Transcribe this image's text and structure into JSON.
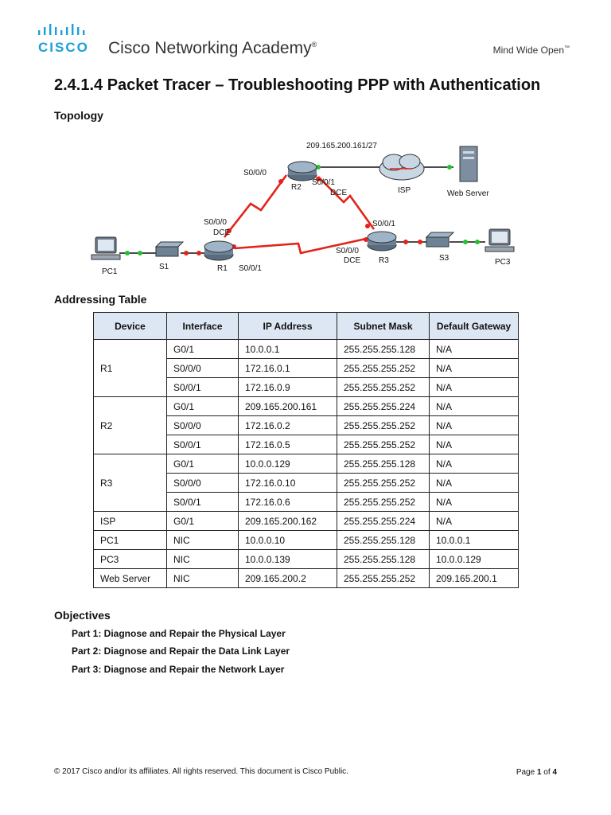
{
  "header": {
    "logo_word": "CISCO",
    "academy_text": "Cisco Networking Academy",
    "academy_mark": "®",
    "tagline": "Mind Wide Open",
    "tagline_mark": "™"
  },
  "doc": {
    "title": "2.4.1.4 Packet Tracer – Troubleshooting PPP with Authentication",
    "topology_heading": "Topology",
    "addressing_heading": "Addressing Table",
    "objectives_heading": "Objectives"
  },
  "topology": {
    "labels": {
      "isp_net": "209.165.200.161/27",
      "r2_s000": "S0/0/0",
      "r2_name": "R2",
      "r2_s001": "S0/0/1",
      "r2_dce": "DCE",
      "isp": "ISP",
      "web_server": "Web Server",
      "r1_s000": "S0/0/0",
      "r1_dce": "DCE",
      "r3_s001": "S0/0/1",
      "r3_s000": "S0/0/0",
      "r3_dce": "DCE",
      "pc1": "PC1",
      "s1": "S1",
      "r1": "R1",
      "r1_s001": "S0/0/1",
      "r3": "R3",
      "s3": "S3",
      "pc3": "PC3"
    }
  },
  "addressing_table": {
    "headers": [
      "Device",
      "Interface",
      "IP Address",
      "Subnet Mask",
      "Default Gateway"
    ],
    "r1": {
      "device": "R1",
      "rows": [
        [
          "G0/1",
          "10.0.0.1",
          "255.255.255.128",
          "N/A"
        ],
        [
          "S0/0/0",
          "172.16.0.1",
          "255.255.255.252",
          "N/A"
        ],
        [
          "S0/0/1",
          "172.16.0.9",
          "255.255.255.252",
          "N/A"
        ]
      ]
    },
    "r2": {
      "device": "R2",
      "rows": [
        [
          "G0/1",
          "209.165.200.161",
          "255.255.255.224",
          "N/A"
        ],
        [
          "S0/0/0",
          "172.16.0.2",
          "255.255.255.252",
          "N/A"
        ],
        [
          "S0/0/1",
          "172.16.0.5",
          "255.255.255.252",
          "N/A"
        ]
      ]
    },
    "r3": {
      "device": "R3",
      "rows": [
        [
          "G0/1",
          "10.0.0.129",
          "255.255.255.128",
          "N/A"
        ],
        [
          "S0/0/0",
          "172.16.0.10",
          "255.255.255.252",
          "N/A"
        ],
        [
          "S0/0/1",
          "172.16.0.6",
          "255.255.255.252",
          "N/A"
        ]
      ]
    },
    "singles": [
      [
        "ISP",
        "G0/1",
        "209.165.200.162",
        "255.255.255.224",
        "N/A"
      ],
      [
        "PC1",
        "NIC",
        "10.0.0.10",
        "255.255.255.128",
        "10.0.0.1"
      ],
      [
        "PC3",
        "NIC",
        "10.0.0.139",
        "255.255.255.128",
        "10.0.0.129"
      ],
      [
        "Web Server",
        "NIC",
        "209.165.200.2",
        "255.255.255.252",
        "209.165.200.1"
      ]
    ]
  },
  "objectives": [
    "Part 1: Diagnose and Repair the Physical Layer",
    "Part 2: Diagnose and Repair the Data Link Layer",
    "Part 3: Diagnose and Repair the Network Layer"
  ],
  "footer": {
    "copyright": "© 2017 Cisco and/or its affiliates. All rights reserved. This document is Cisco Public.",
    "page_prefix": "Page ",
    "page_num": "1",
    "page_of": " of ",
    "page_total": "4"
  },
  "colors": {
    "cisco_blue": "#1ba0d7",
    "serial_link": "#e2231a",
    "link_ok": "#22c22e",
    "link_down": "#e2231a",
    "table_header_bg": "#dde6f3"
  }
}
